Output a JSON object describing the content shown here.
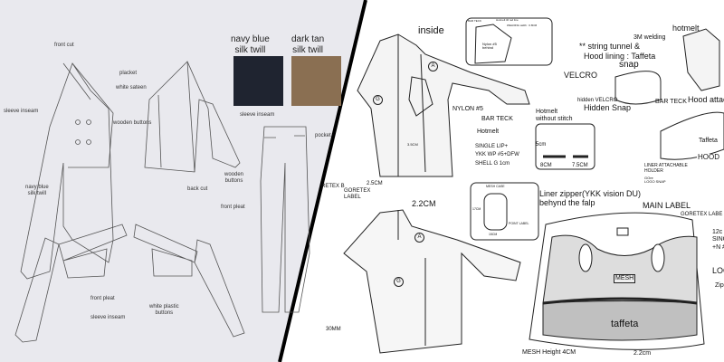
{
  "left_panel": {
    "swatches": [
      {
        "name": "navy blue silk twill",
        "line1": "navy blue",
        "line2": "silk twill",
        "color": "#1f2430"
      },
      {
        "name": "dark tan silk twill",
        "line1": "dark tan",
        "line2": "silk twill",
        "color": "#8a6f52"
      }
    ],
    "labels": {
      "front_cut": "front cut",
      "placket": "placket",
      "white_sateen": "white sateen",
      "sleeve_inseam_left": "sleeve inseam",
      "wooden_buttons": "wooden buttons",
      "sleeve_inseam_right": "sleeve inseam",
      "pocket": "pocket",
      "wooden_buttons_2a": "wooden",
      "wooden_buttons_2b": "buttons",
      "navy_blue_a": "navy blue",
      "navy_blue_b": "silk twill",
      "back_cut": "back cut",
      "front_pleat_pants": "front pleat",
      "front_pleat": "front pleat",
      "sleeve_inseam_bottom": "sleeve inseam",
      "white_plastic_a": "white plastic",
      "white_plastic_b": "buttons"
    }
  },
  "right_panel": {
    "labels": {
      "inside": "inside",
      "detail_bar_teck": "BAR TECK",
      "detail_hotmelt": "Hotmelt till red line",
      "detail_welding": "WELDING width : 0.8CM",
      "detail_nylon": "Nylon #5 behind",
      "string_tunnel": "** string tunnel &",
      "hood_lining": "Hood lining : Taffeta",
      "three_m": "3M welding",
      "hotmelt_top": "hotmelt",
      "snap": "snap",
      "velcro": "VELCRO",
      "hidden_velcro": "hidden VELCRO",
      "hidden_snap": "Hidden Snap",
      "bar_teck_hood": "BAR TECK",
      "hood_attach": "Hood attac",
      "nylon5": "NYLON #5",
      "bar_teck": "BAR TECK",
      "hotmelt": "Hotmelt",
      "hotmelt_wo1": "Hotmelt",
      "hotmelt_wo2": "without stitch",
      "single_lip": "SINGLE LIP+",
      "ykk": "YKK WP #5+DFW",
      "shell": "SHELL G 1cm",
      "cm35": "3.5CM",
      "cm5": "5cm",
      "cm8": "8CM",
      "cm75": "7.5CM",
      "liner_holder1": "LINER ATTACHABLE",
      "liner_holder2": "HOLDER",
      "gore_snap1": "GOre",
      "gore_snap2": "LOGO SNAP",
      "taffeta_hood": "Taffeta",
      "hood_label": "HOOD",
      "goretex_b": "RETEX B",
      "goretex_label1": "GORETEX",
      "goretex_label2": "LABEL",
      "cm25": "2.5CM",
      "cm22": "2.2CM",
      "mm30": "30MM",
      "mesh_case": "MESH CASE",
      "cm17": "17CM",
      "cm15": "15CM",
      "point_label": "POINT LABEL",
      "liner_zipper1": "Liner zipper(YKK vision DU)",
      "liner_zipper2": "behynd the falp",
      "main_label": "MAIN LABEL",
      "goretex_label_r": "GORETEX LABE",
      "cm12": "12c",
      "sing": "SINC",
      "n": "+N #",
      "logo": "LOG",
      "zip": "Zip",
      "mesh": "MESH",
      "taffeta": "taffeta",
      "mesh_height": "MESH Height 4CM",
      "cm22b": "2.2cm",
      "badge_a": "A",
      "badge_g": "G"
    }
  }
}
